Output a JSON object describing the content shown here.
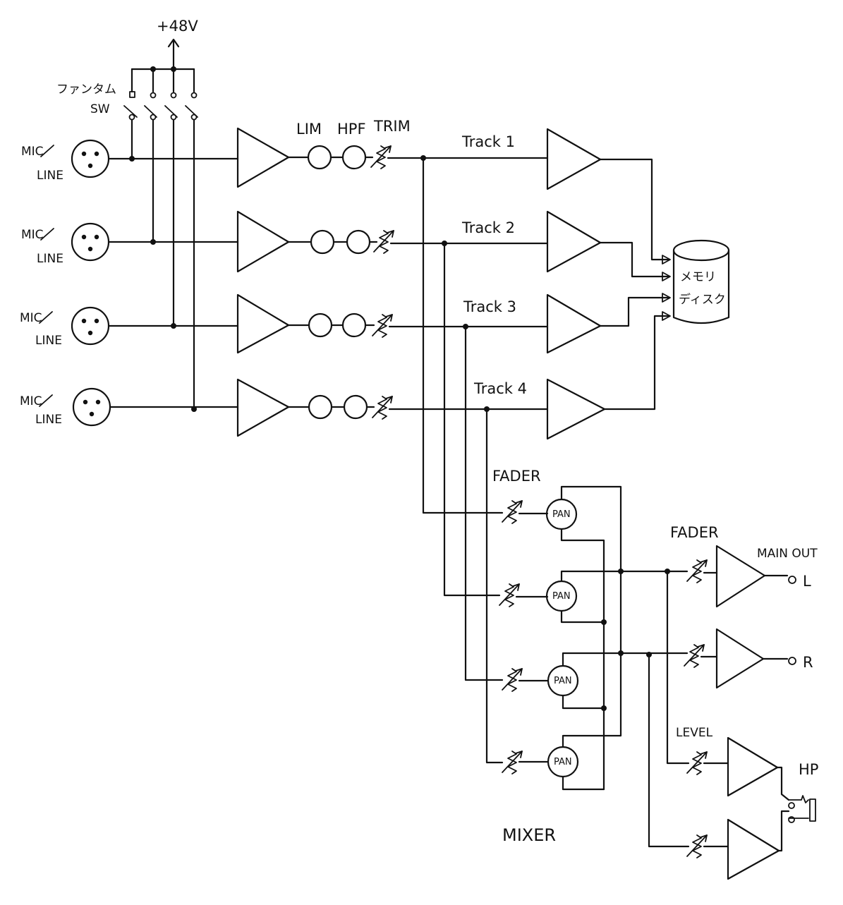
{
  "power": {
    "label": "+48V"
  },
  "phantom": {
    "label_line1": "ファンタム",
    "label_line2": "SW"
  },
  "inputs": [
    {
      "label_top": "MIC",
      "label_bottom": "LINE"
    },
    {
      "label_top": "MIC",
      "label_bottom": "LINE"
    },
    {
      "label_top": "MIC",
      "label_bottom": "LINE"
    },
    {
      "label_top": "MIC",
      "label_bottom": "LINE"
    }
  ],
  "processing": {
    "lim": "LIM",
    "hpf": "HPF",
    "trim": "TRIM"
  },
  "tracks": [
    "Track 1",
    "Track 2",
    "Track 3",
    "Track 4"
  ],
  "storage": {
    "line1": "メモリ",
    "line2": "ディスク"
  },
  "mixer": {
    "fader": "FADER",
    "pan": "PAN",
    "title": "MIXER"
  },
  "output": {
    "fader": "FADER",
    "main_out": "MAIN OUT",
    "left": "L",
    "right": "R",
    "level": "LEVEL",
    "hp": "HP"
  }
}
